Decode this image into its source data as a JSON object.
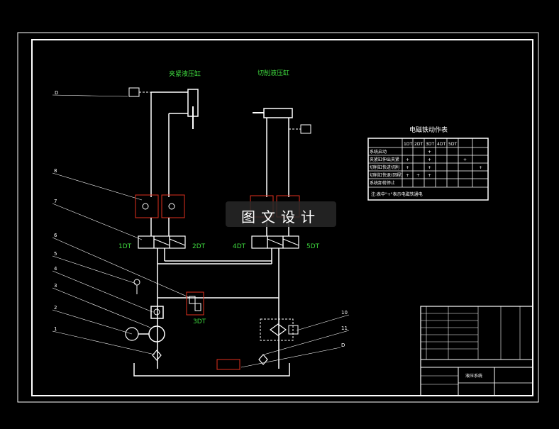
{
  "labels": {
    "cyl_left_title": "夹紧液压缸",
    "cyl_right_title": "切削液压缸",
    "valve_1dt": "1DT",
    "valve_2dt": "2DT",
    "valve_3dt": "3DT",
    "valve_4dt": "4DT",
    "valve_5dt": "5DT"
  },
  "callouts": [
    "D",
    "8",
    "7",
    "6",
    "5",
    "4",
    "3",
    "2",
    "1",
    "10",
    "11",
    "D"
  ],
  "table": {
    "title": "电磁铁动作表",
    "headers": [
      "",
      "1DT",
      "2DT",
      "3DT",
      "4DT",
      "5DT",
      "",
      ""
    ],
    "rows": [
      [
        "系统启动",
        "",
        "",
        "+",
        "",
        "",
        "",
        ""
      ],
      [
        "夹紧缸伸出夹紧",
        "+",
        "",
        "+",
        "",
        "",
        "+",
        ""
      ],
      [
        "切削缸快进切削",
        "+",
        "",
        "+",
        "",
        "",
        "",
        "+"
      ],
      [
        "切削缸快退(回程)",
        "+",
        "+",
        "+",
        "",
        "",
        "",
        ""
      ],
      [
        "系统卸荷停止",
        "",
        "",
        "",
        "",
        "",
        "",
        ""
      ]
    ],
    "footnote": "注:表中\"+\"表示电磁铁通电"
  },
  "title_block": {
    "drawing_name": "液压系统"
  },
  "watermark": {
    "text": "图文设计"
  },
  "colors": {
    "line": "#ffffff",
    "highlight": "#e0301e",
    "label_green": "#3fdc3f",
    "background": "#000000"
  }
}
